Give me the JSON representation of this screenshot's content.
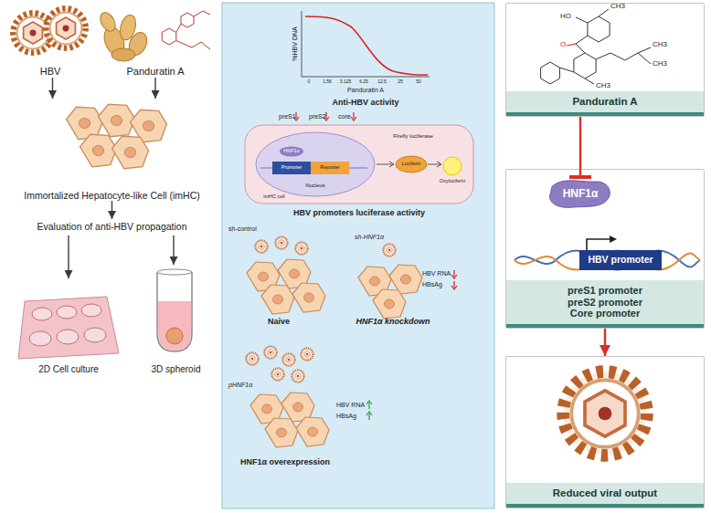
{
  "diagram": {
    "nodes": [
      {
        "text": [
          "HBV"
        ]
      },
      {
        "text": [
          "Panduratin A"
        ]
      },
      {
        "text": [
          "Immortalized Hepatocyte-like Cell (imHC)"
        ]
      },
      {
        "text": [
          "Evaluation of anti-HBV propagation"
        ]
      },
      {
        "text": [
          "2D Cell culture"
        ]
      },
      {
        "text": [
          "3D spheroid"
        ]
      },
      {
        "text": [
          "Panduratin A"
        ]
      },
      {
        "text": [
          "preS1 promoter preS2 promoter Core promoter"
        ]
      },
      {
        "text": [
          "HNF1α"
        ],
        "in": 7
      },
      {
        "text": [
          "HBV promoter"
        ],
        "in": 7
      },
      {
        "text": [
          "Reduced viral output"
        ]
      }
    ],
    "edges": [
      {
        "from": 0,
        "to": 2,
        "arrow": "to"
      },
      {
        "from": 1,
        "to": 2,
        "arrow": "to"
      },
      {
        "from": 2,
        "to": 3,
        "arrow": "to"
      },
      {
        "from": 3,
        "to": 4,
        "arrow": "to"
      },
      {
        "from": 3,
        "to": 5,
        "arrow": "to"
      },
      {
        "from": 6,
        "to": 8,
        "arrow": "to"
      },
      {
        "from": 7,
        "to": 10,
        "arrow": "to"
      }
    ],
    "labels": [
      "%HBV DNA",
      "0",
      "1.56",
      "3.125",
      "6.25",
      "12.5",
      "25",
      "50",
      "Panduratin A",
      "Anti-HBV activity",
      "preS1",
      "preS2",
      "core",
      "HNF1α",
      "Promoter",
      "Reporter",
      "Nucleus",
      "imHC cell",
      "Firefly luciferase",
      "Luciferin",
      "Oxyluciferin",
      "HBV promoters luciferase activity",
      "sh-control",
      "Naive",
      "sh-HNF1α",
      "HBV RNA",
      "HBsAg",
      "HNF1α knockdown",
      "pHNF1α",
      "HBV RNA",
      "HBsAg",
      "HNF1α overexpression",
      "HO",
      "O",
      "CH3",
      "CH3",
      "CH3",
      "CH3"
    ]
  }
}
